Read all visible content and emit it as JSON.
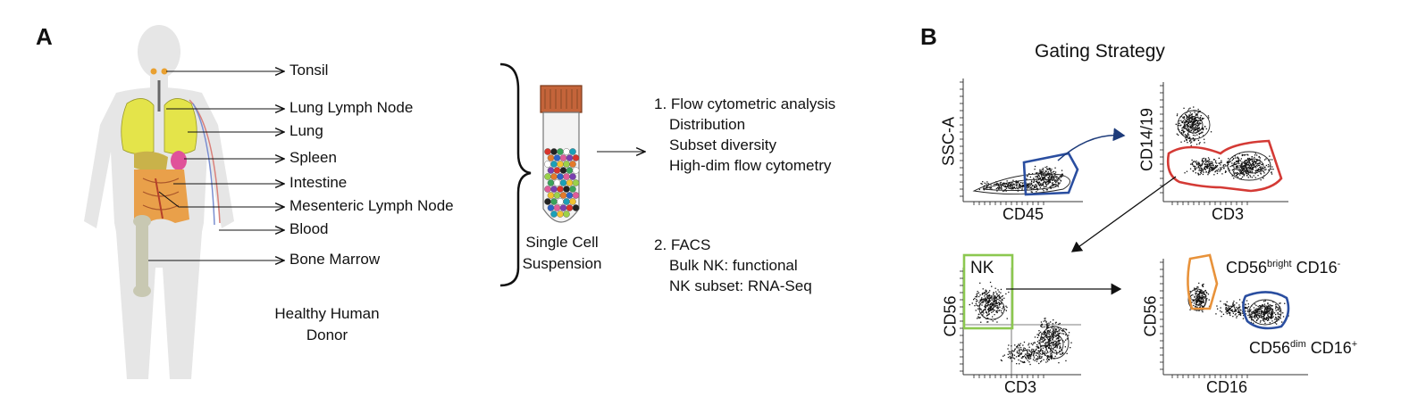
{
  "panels": {
    "a": "A",
    "b": "B"
  },
  "organs": [
    "Tonsil",
    "Lung Lymph Node",
    "Lung",
    "Spleen",
    "Intestine",
    "Mesenteric Lymph Node",
    "Blood",
    "Bone Marrow"
  ],
  "donor": {
    "line1": "Healthy Human",
    "line2": "Donor"
  },
  "suspension": {
    "line1": "Single Cell",
    "line2": "Suspension"
  },
  "analysis": {
    "step1": {
      "title": "1. Flow cytometric analysis",
      "items": [
        "Distribution",
        "Subset diversity",
        "High-dim flow cytometry"
      ]
    },
    "step2": {
      "title": "2. FACS",
      "items": [
        "Bulk NK: functional",
        "NK subset: RNA-Seq"
      ]
    }
  },
  "gating": {
    "title": "Gating Strategy",
    "plot1": {
      "x": "CD45",
      "y": "SSC-A"
    },
    "plot2": {
      "x": "CD3",
      "y": "CD14/19"
    },
    "plot3": {
      "x": "CD3",
      "y": "CD56",
      "gate": "NK"
    },
    "plot4": {
      "x": "CD16",
      "y": "CD56",
      "bright": {
        "a": "CD56",
        "a_sup": "bright",
        "b": " CD16",
        "b_sup": "-"
      },
      "dim": {
        "a": "CD56",
        "a_sup": "dim",
        "b": " CD16",
        "b_sup": "+"
      }
    }
  },
  "colors": {
    "blue_gate": "#2a4ea0",
    "red_gate": "#d43a35",
    "green_gate": "#8cc850",
    "orange_gate": "#e8923a"
  }
}
